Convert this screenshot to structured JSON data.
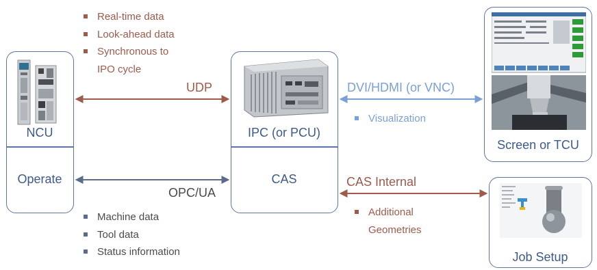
{
  "colors": {
    "box_border": "#5b74a8",
    "box_label": "#3d5a8a",
    "brown": "#9e5a4a",
    "blue_light": "#7aa0d6",
    "gray_dark": "#4a4a4a"
  },
  "nodes": {
    "ncu": {
      "label": "NCU",
      "sublabel": "Operate"
    },
    "ipc": {
      "label": "IPC (or PCU)",
      "sublabel": "CAS"
    },
    "screen": {
      "label": "Screen or TCU"
    },
    "job": {
      "label": "Job Setup"
    }
  },
  "links": {
    "udp": {
      "label": "UDP",
      "bullets": [
        "Real-time data",
        "Look-ahead data",
        "Synchronous to",
        "IPO cycle"
      ]
    },
    "opcua": {
      "label": "OPC/UA",
      "bullets": [
        "Machine data",
        "Tool data",
        "Status information"
      ]
    },
    "dvi": {
      "label": "DVI/HDMI (or VNC)",
      "bullets": [
        "Visualization"
      ]
    },
    "cas_internal": {
      "label": "CAS Internal",
      "bullets": [
        "Additional",
        "Geometries"
      ]
    }
  }
}
